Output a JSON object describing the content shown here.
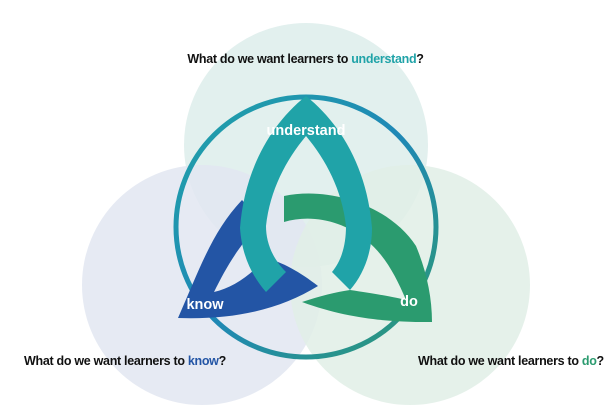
{
  "questions": {
    "understand": {
      "prefix": "What do we want learners to ",
      "keyword": "understand",
      "suffix": "?"
    },
    "know": {
      "prefix": "What do we want learners to ",
      "keyword": "know",
      "suffix": "?"
    },
    "do": {
      "prefix": "What do we want learners to ",
      "keyword": "do",
      "suffix": "?"
    }
  },
  "knot_labels": {
    "understand": "understand",
    "know": "know",
    "do": "do"
  },
  "colors": {
    "understand": "#20a3a8",
    "know": "#2355a5",
    "do": "#2b9b6f",
    "circle_understand": "#dfeeec",
    "circle_know": "#e2e6f1",
    "circle_do": "#e0eee6"
  }
}
